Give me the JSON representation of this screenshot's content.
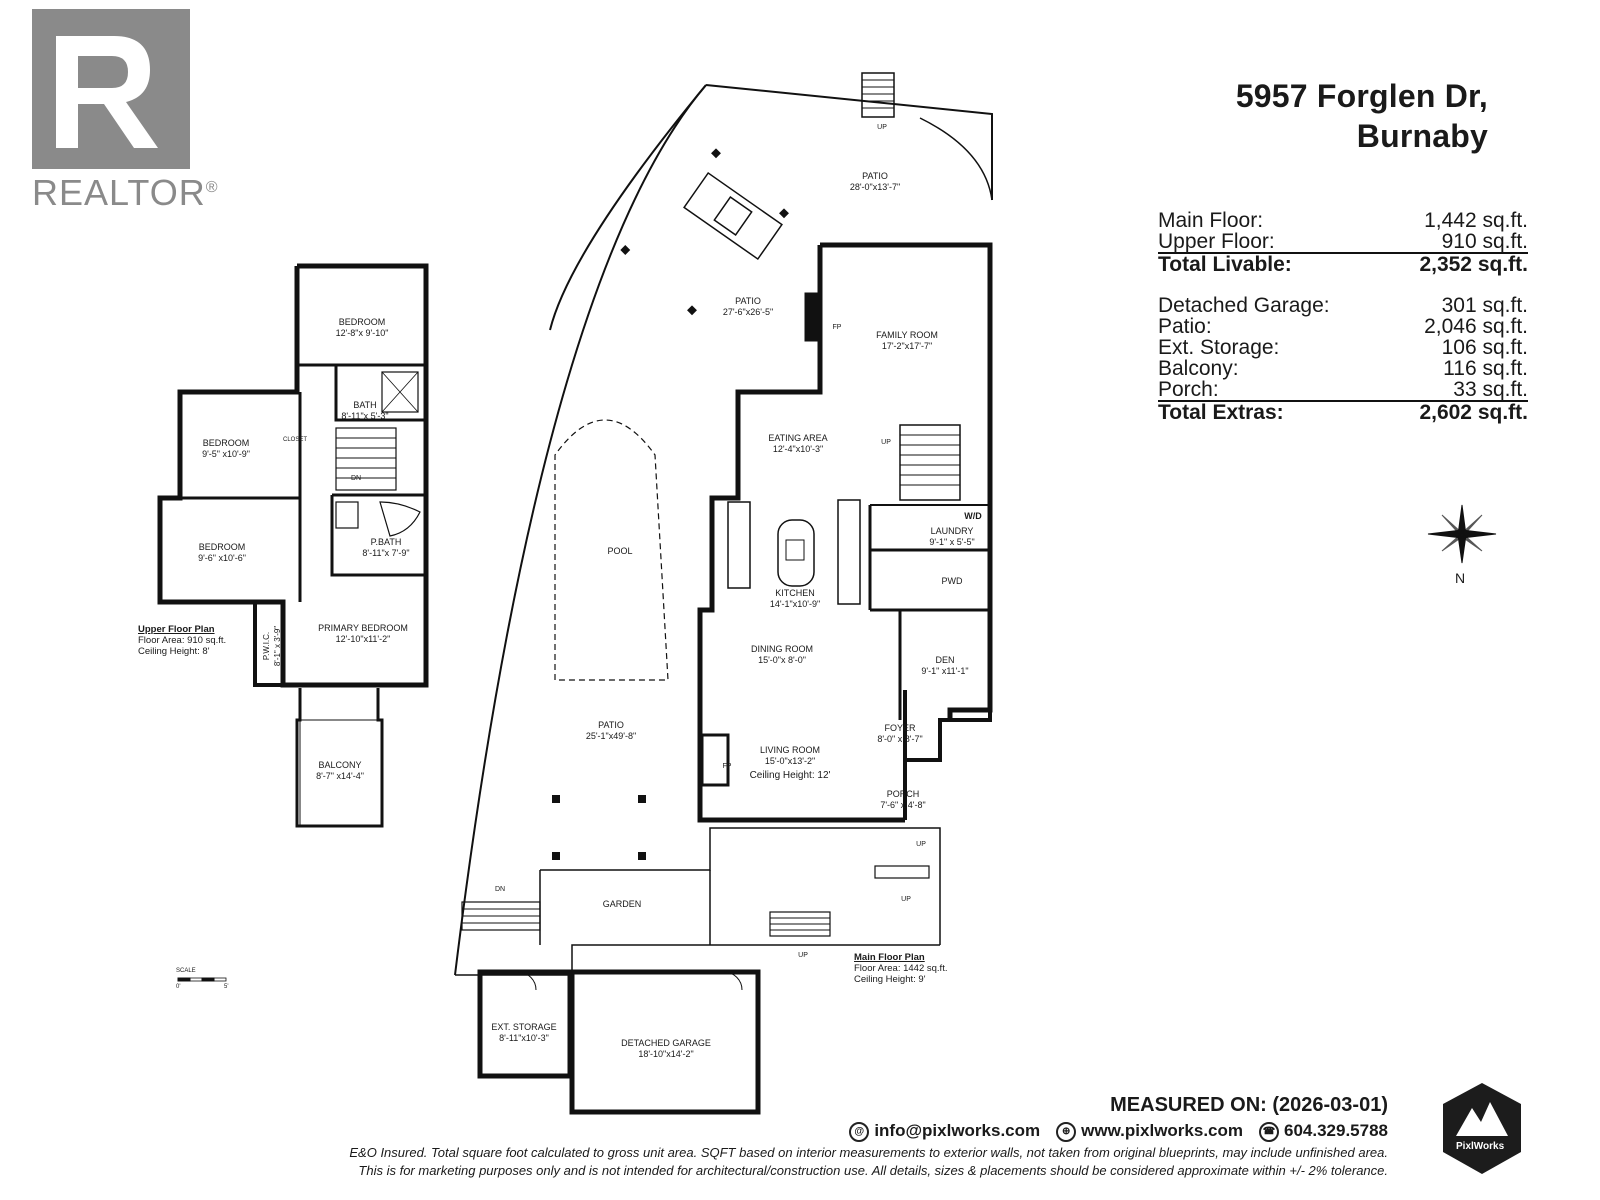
{
  "logo": {
    "brand_text": "REALTOR",
    "brand_mark": "®"
  },
  "header": {
    "address_line1": "5957 Forglen Dr,",
    "address_line2": "Burnaby"
  },
  "areas": {
    "livable": [
      {
        "label": "Main Floor:",
        "value": "1,442 sq.ft."
      },
      {
        "label": "Upper Floor:",
        "value": "910 sq.ft."
      }
    ],
    "total_livable": {
      "label": "Total Livable:",
      "value": "2,352 sq.ft."
    },
    "extras": [
      {
        "label": "Detached Garage:",
        "value": "301 sq.ft."
      },
      {
        "label": "Patio:",
        "value": "2,046 sq.ft."
      },
      {
        "label": "Ext. Storage:",
        "value": "106 sq.ft."
      },
      {
        "label": "Balcony:",
        "value": "116 sq.ft."
      },
      {
        "label": "Porch:",
        "value": "33 sq.ft."
      }
    ],
    "total_extras": {
      "label": "Total Extras:",
      "value": "2,602 sq.ft."
    }
  },
  "compass": {
    "north": "N"
  },
  "rooms": {
    "patio_top": {
      "name": "PATIO",
      "dims": "28'-0\"x13'-7\""
    },
    "patio_mid": {
      "name": "PATIO",
      "dims": "27'-6\"x26'-5\""
    },
    "family": {
      "name": "FAMILY ROOM",
      "dims": "17'-2\"x17'-7\""
    },
    "eating": {
      "name": "EATING AREA",
      "dims": "12'-4\"x10'-3\""
    },
    "pool": {
      "name": "POOL"
    },
    "laundry": {
      "name": "LAUNDRY",
      "dims": "9'-1\" x 5'-5\"",
      "wd": "W/D"
    },
    "pwd": {
      "name": "PWD"
    },
    "kitchen": {
      "name": "KITCHEN",
      "dims": "14'-1\"x10'-9\""
    },
    "dining": {
      "name": "DINING ROOM",
      "dims": "15'-0\"x 8'-0\""
    },
    "den": {
      "name": "DEN",
      "dims": "9'-1\" x11'-1\""
    },
    "foyer": {
      "name": "FOYER",
      "dims": "8'-0\" x 8'-7\""
    },
    "living": {
      "name": "LIVING ROOM",
      "dims": "15'-0\"x13'-2\"",
      "ceiling": "Ceiling Height: 12'"
    },
    "porch": {
      "name": "PORCH",
      "dims": "7'-6\" x 4'-8\""
    },
    "patio_low": {
      "name": "PATIO",
      "dims": "25'-1\"x49'-8\""
    },
    "garden": {
      "name": "GARDEN"
    },
    "ext_storage": {
      "name": "EXT. STORAGE",
      "dims": "8'-11\"x10'-3\""
    },
    "garage": {
      "name": "DETACHED GARAGE",
      "dims": "18'-10\"x14'-2\""
    },
    "up_bed1": {
      "name": "BEDROOM",
      "dims": "12'-8\"x 9'-10\""
    },
    "up_bath": {
      "name": "BATH",
      "dims": "8'-11\"x 5'-3\""
    },
    "up_bed2": {
      "name": "BEDROOM",
      "dims": "9'-5\" x10'-9\""
    },
    "up_bed3": {
      "name": "BEDROOM",
      "dims": "9'-6\" x10'-6\""
    },
    "up_pbath": {
      "name": "P.BATH",
      "dims": "8'-11\"x 7'-9\""
    },
    "up_primary": {
      "name": "PRIMARY BEDROOM",
      "dims": "12'-10\"x11'-2\""
    },
    "up_pwic": {
      "name": "P.W.I.C.",
      "dims": "8'-1\" x 3'-9\""
    },
    "up_balcony": {
      "name": "BALCONY",
      "dims": "8'-7\" x14'-4\""
    }
  },
  "small_labels": {
    "closet": "CLOSET",
    "up": "UP",
    "dn": "DN",
    "fp": "FP",
    "scale": "SCALE",
    "scale_0": "0'",
    "scale_5": "5'"
  },
  "plans": {
    "upper": {
      "heading": "Upper Floor Plan",
      "area": "Floor Area: 910 sq.ft.",
      "ceiling": "Ceiling Height: 8'"
    },
    "main": {
      "heading": "Main Floor Plan",
      "area": "Floor Area: 1442 sq.ft.",
      "ceiling": "Ceiling Height: 9'"
    }
  },
  "footer": {
    "measured_on": "MEASURED ON: (2026-03-01)",
    "email": "info@pixlworks.com",
    "website": "www.pixlworks.com",
    "phone": "604.329.5788",
    "disclaimer1": "E&O Insured.  Total square foot calculated to gross unit area. SQFT based on interior measurements to exterior walls, not taken from original blueprints, may include unfinished area.",
    "disclaimer2": "This is for marketing purposes only and is not intended for architectural/construction use.  All details, sizes & placements should be considered approximate within +/- 2%  tolerance.",
    "badge": "PixlWorks"
  }
}
